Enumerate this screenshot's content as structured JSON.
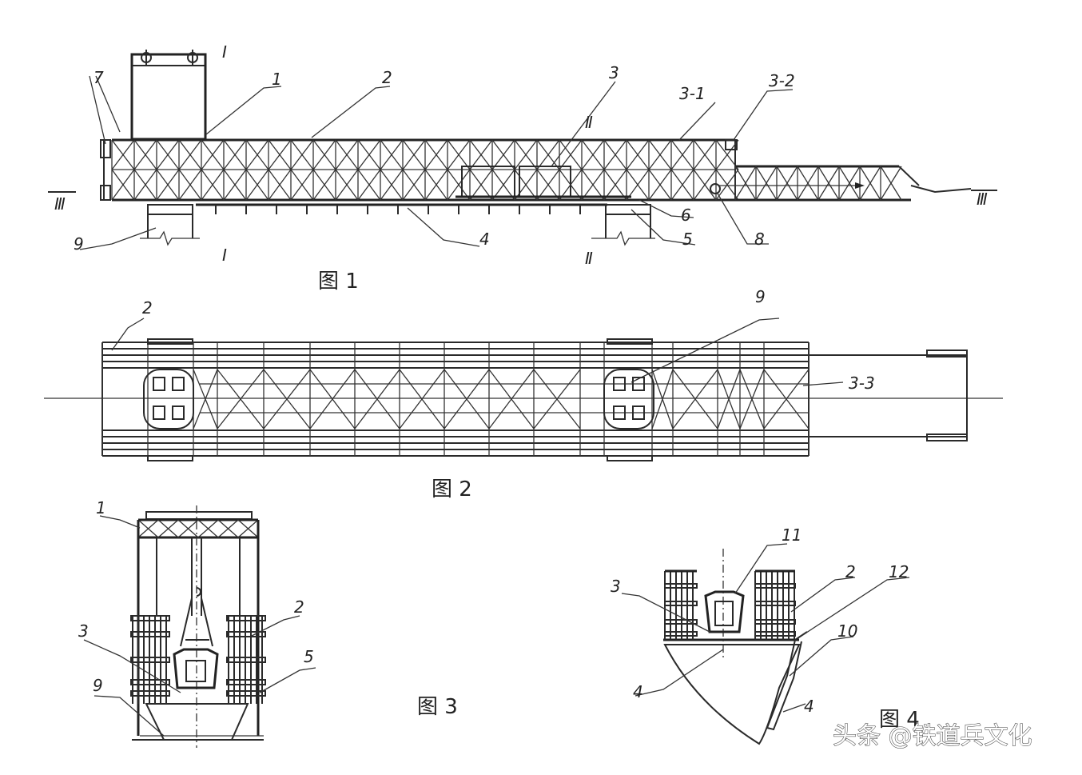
{
  "figures": {
    "fig1": {
      "caption": "图 1",
      "labels": [
        "7",
        "1",
        "2",
        "3",
        "3-1",
        "3-2",
        "Ⅲ",
        "Ⅲ",
        "9",
        "4",
        "6",
        "5",
        "8",
        "Ⅰ",
        "Ⅰ",
        "Ⅱ",
        "Ⅱ"
      ]
    },
    "fig2": {
      "caption": "图 2",
      "labels": [
        "2",
        "9",
        "3-3"
      ]
    },
    "fig3": {
      "caption": "图 3",
      "labels": [
        "1",
        "2",
        "3",
        "5",
        "9"
      ]
    },
    "fig4": {
      "caption": "图 4",
      "labels": [
        "11",
        "3",
        "2",
        "12",
        "10",
        "4",
        "4"
      ]
    }
  },
  "watermark": {
    "text": "头条 @铁道兵文化"
  },
  "colors": {
    "line": "#2a2a2a",
    "background": "#ffffff"
  }
}
